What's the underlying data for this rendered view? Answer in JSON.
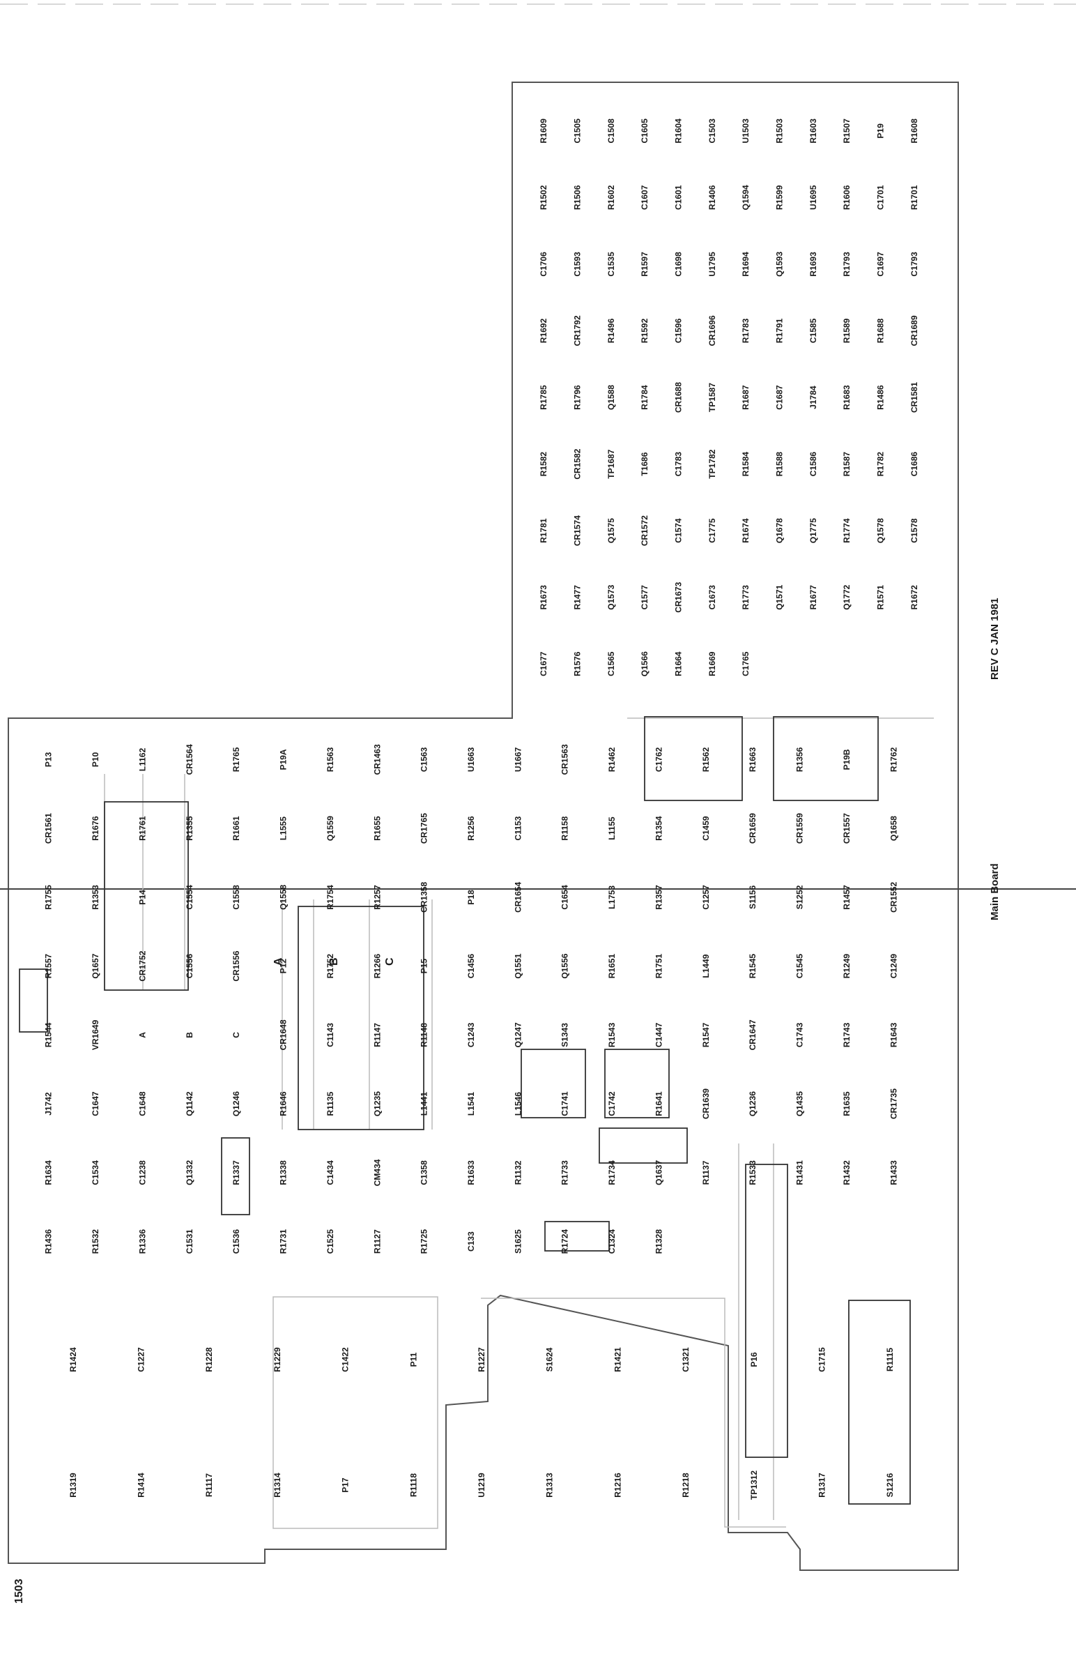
{
  "sheet": {
    "page_number": "1503",
    "board_name": "Main Board",
    "revision": "REV C JAN 1981"
  },
  "switch_sections": [
    "A",
    "B",
    "C"
  ],
  "upper_components": [
    "R1609",
    "C1505",
    "C1508",
    "C1605",
    "R1604",
    "C1503",
    "U1503",
    "R1503",
    "R1603",
    "R1507",
    "P19",
    "R1608",
    "R1502",
    "R1506",
    "R1602",
    "C1607",
    "C1601",
    "R1406",
    "Q1594",
    "R1599",
    "U1695",
    "R1606",
    "C1701",
    "R1701",
    "C1706",
    "C1593",
    "C1535",
    "R1597",
    "C1698",
    "U1795",
    "R1694",
    "Q1593",
    "R1693",
    "R1793",
    "C1697",
    "C1793",
    "R1692",
    "CR1792",
    "R1496",
    "R1592",
    "C1596",
    "CR1696",
    "R1783",
    "R1791",
    "C1585",
    "R1589",
    "R1688",
    "CR1689",
    "R1785",
    "R1796",
    "Q1588",
    "R1784",
    "CR1688",
    "TP1587",
    "R1687",
    "C1687",
    "J1784",
    "R1683",
    "R1486",
    "CR1581",
    "R1582",
    "CR1582",
    "TP1687",
    "T1686",
    "C1783",
    "TP1782",
    "R1584",
    "R1588",
    "C1586",
    "R1587",
    "R1782",
    "C1686",
    "R1781",
    "CR1574",
    "Q1575",
    "CR1572",
    "C1574",
    "C1775",
    "R1674",
    "Q1678",
    "Q1775",
    "R1774",
    "Q1578",
    "C1578",
    "R1673",
    "R1477",
    "Q1573",
    "C1577",
    "CR1673",
    "C1673",
    "R1773",
    "Q1571",
    "R1677",
    "Q1772",
    "R1571",
    "R1672",
    "C1677",
    "R1576",
    "C1565",
    "Q1566",
    "R1664",
    "R1669",
    "C1765"
  ],
  "middle_components": [
    "P13",
    "P10",
    "L1162",
    "CR1564",
    "R1765",
    "P19A",
    "R1563",
    "CR1463",
    "C1563",
    "U1663",
    "U1667",
    "CR1563",
    "R1462",
    "C1762",
    "R1562",
    "R1663",
    "R1356",
    "P19B",
    "R1762",
    "CR1561",
    "R1676",
    "R1761",
    "R1355",
    "R1661",
    "L1555",
    "Q1559",
    "R1655",
    "CR1765",
    "R1256",
    "C1153",
    "R1158",
    "L1155",
    "R1354",
    "C1459",
    "CR1659",
    "CR1559",
    "CR1557",
    "Q1658",
    "R1755",
    "R1353",
    "P14",
    "C1554",
    "C1558",
    "Q1558",
    "R1754",
    "R1257",
    "CR1358",
    "P18",
    "CR1654",
    "C1654",
    "L1753",
    "R1357",
    "C1257",
    "S1156",
    "S1252",
    "R1457",
    "CR1552",
    "R1557",
    "Q1657",
    "CR1752",
    "C1556",
    "CR1556",
    "P12",
    "R1752",
    "R1266",
    "P15",
    "C1456",
    "Q1551",
    "Q1556",
    "R1651",
    "R1751",
    "L1449",
    "R1545",
    "C1545",
    "R1249",
    "C1249",
    "R1544",
    "VR1649",
    "A",
    "B",
    "C",
    "CR1648",
    "C1143",
    "R1147",
    "R1148",
    "C1243",
    "Q1247",
    "S1343",
    "R1543",
    "C1447",
    "R1547",
    "CR1647",
    "C1743",
    "R1743",
    "R1643",
    "J1742",
    "C1647",
    "C1648",
    "Q1142",
    "Q1246",
    "R1646",
    "R1135",
    "Q1235",
    "L1441",
    "L1541",
    "L1546",
    "C1741",
    "C1742",
    "R1641",
    "CR1639",
    "Q1236",
    "Q1435",
    "R1635",
    "CR1735",
    "R1634",
    "C1534",
    "C1238",
    "Q1332",
    "R1337",
    "R1338",
    "C1434",
    "CM434",
    "C1358",
    "R1633",
    "R1132",
    "R1733",
    "R1734",
    "Q1637",
    "R1137",
    "R1533",
    "R1431",
    "R1432",
    "R1433",
    "R1436",
    "R1532",
    "R1336",
    "C1531",
    "C1536",
    "R1731",
    "C1525",
    "R1127",
    "R1725",
    "C133",
    "S1625",
    "R1724",
    "C1324",
    "R1328"
  ],
  "lower_components": [
    "R1424",
    "C1227",
    "R1228",
    "R1229",
    "C1422",
    "P11",
    "R1227",
    "S1624",
    "R1421",
    "C1321",
    "P16",
    "C1715",
    "R1115",
    "R1319",
    "R1414",
    "R1117",
    "R1314",
    "P17",
    "R1118",
    "U1219",
    "R1313",
    "R1216",
    "R1218",
    "TP1312",
    "R1317",
    "S1216"
  ]
}
